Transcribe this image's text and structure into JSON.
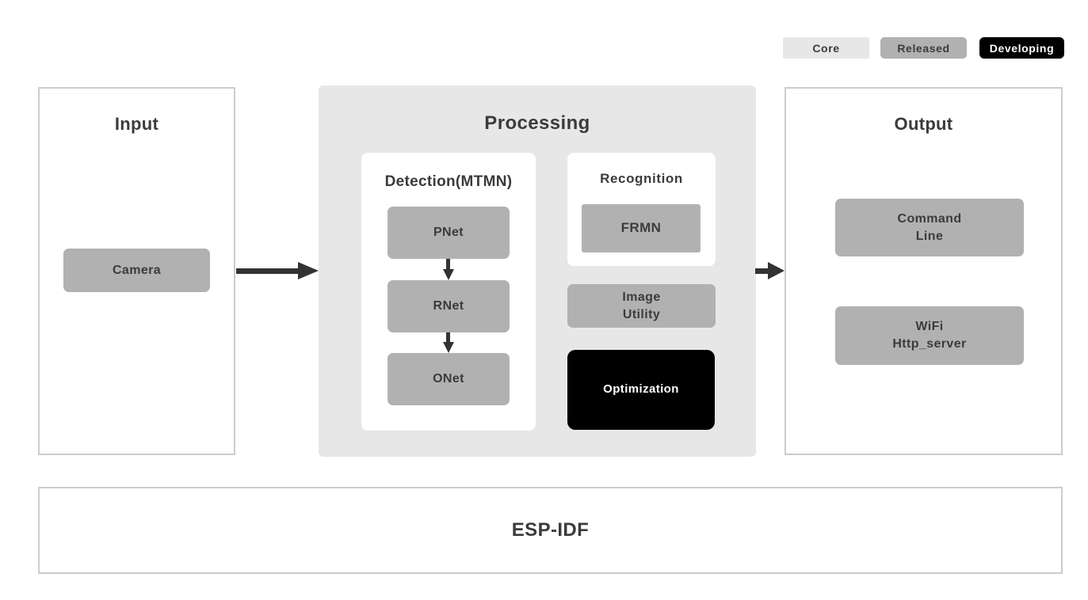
{
  "legend": {
    "core": "Core",
    "released": "Released",
    "developing": "Developing"
  },
  "input": {
    "title": "Input",
    "camera": "Camera"
  },
  "processing": {
    "title": "Processing",
    "detection": {
      "title": "Detection(MTMN)",
      "pnet": "PNet",
      "rnet": "RNet",
      "onet": "ONet"
    },
    "recognition": {
      "title": "Recognition",
      "frmn": "FRMN"
    },
    "image_utility": {
      "line1": "Image",
      "line2": "Utility"
    },
    "optimization": "Optimization"
  },
  "output": {
    "title": "Output",
    "command_line": {
      "line1": "Command",
      "line2": "Line"
    },
    "wifi_http": {
      "line1": "WiFi",
      "line2": "Http_server"
    }
  },
  "foundation": {
    "title": "ESP-IDF"
  },
  "colors": {
    "core_badge_bg": "#e7e7e7",
    "released_badge_bg": "#b1b1b1",
    "developing_badge_bg": "#000000",
    "node_gray": "#b1b1b1",
    "processing_bg": "#e7e7e7",
    "panel_border": "#cccccc",
    "text_dark": "#3b3b3b",
    "text_on_black": "#ffffff",
    "arrow": "#333333"
  }
}
